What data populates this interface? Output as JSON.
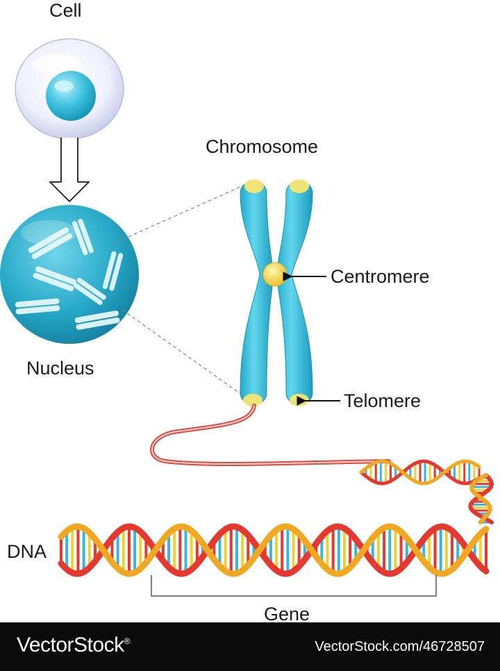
{
  "labels": {
    "cell": "Cell",
    "chromosome": "Chromosome",
    "centromere": "Centromere",
    "nucleus": "Nucleus",
    "telomere": "Telomere",
    "dna": "DNA",
    "gene": "Gene"
  },
  "footer": {
    "brand": "VectorStock",
    "brand_registered": "®",
    "url": "VectorStock.com/46728507"
  },
  "colors": {
    "chromosome": "#3cc3e0",
    "nucleus": "#2fb1cf",
    "telomere": "#f3e46a",
    "centromere": "#f2d442",
    "dna_backbone_a": "#f0a722",
    "dna_backbone_b": "#e5392f",
    "base_red": "#e5392f",
    "base_blue": "#38b6de",
    "base_yellow": "#f2d031",
    "footer_bg": "#0b0b0b"
  }
}
